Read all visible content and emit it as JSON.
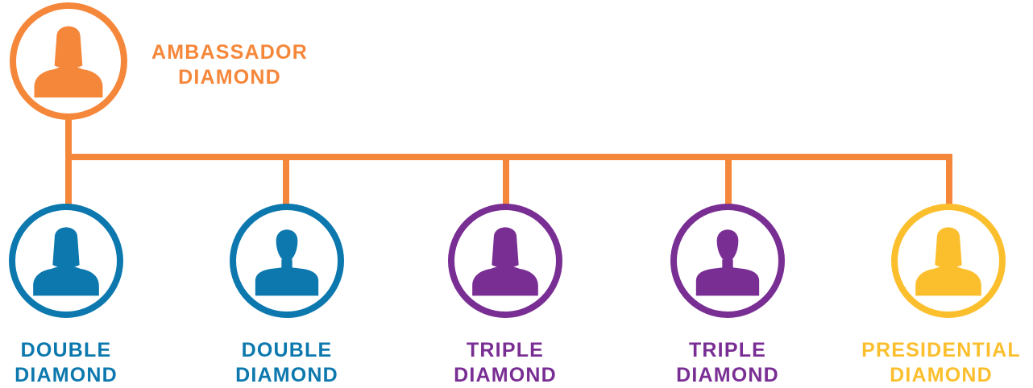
{
  "root": {
    "line1": "AMBASSADOR",
    "line2": "DIAMOND",
    "color": "#F5873A",
    "icon": "female-user-icon"
  },
  "connector_color": "#F5873A",
  "children": [
    {
      "line1": "DOUBLE",
      "line2": "DIAMOND",
      "color": "#0C78AE",
      "icon": "female-user-icon"
    },
    {
      "line1": "DOUBLE",
      "line2": "DIAMOND",
      "color": "#0C78AE",
      "icon": "male-user-icon"
    },
    {
      "line1": "TRIPLE",
      "line2": "DIAMOND",
      "color": "#792E93",
      "icon": "female-user-icon"
    },
    {
      "line1": "TRIPLE",
      "line2": "DIAMOND",
      "color": "#792E93",
      "icon": "male-user-icon"
    },
    {
      "line1": "PRESIDENTIAL",
      "line2": "DIAMOND",
      "color": "#FBBF2E",
      "icon": "female-user-icon"
    }
  ]
}
